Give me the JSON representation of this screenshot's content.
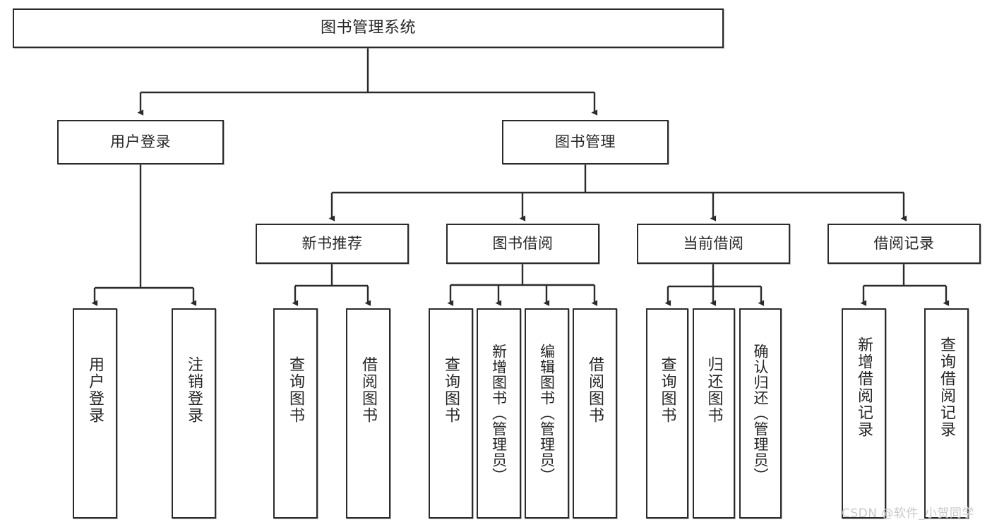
{
  "diagram": {
    "title": "图书管理系统",
    "type": "tree",
    "orientation": "top-down",
    "line_color": "#2b2b2b",
    "box_fill": "#ffffff",
    "box_border_color": "#2b2b2b",
    "text_color": "#262626",
    "watermark": "CSDN @软件_小贺同学",
    "watermark_color": "#c9c9c9"
  },
  "nodes": {
    "root": {
      "label": "图书管理系统"
    },
    "level2": [
      {
        "id": "user-login",
        "label": "用户登录"
      },
      {
        "id": "book-manage",
        "label": "图书管理"
      }
    ],
    "level3": [
      {
        "id": "new-book-recommend",
        "label": "新书推荐"
      },
      {
        "id": "book-borrow",
        "label": "图书借阅"
      },
      {
        "id": "current-borrow",
        "label": "当前借阅"
      },
      {
        "id": "borrow-record",
        "label": "借阅记录"
      }
    ],
    "leaves": {
      "user_login": [
        {
          "id": "leaf-user-login",
          "label": "用户登录"
        },
        {
          "id": "leaf-logout-login",
          "label": "注销登录"
        }
      ],
      "new_book_recommend": [
        {
          "id": "leaf-query-book-1",
          "label": "查询图书"
        },
        {
          "id": "leaf-borrow-book-1",
          "label": "借阅图书"
        }
      ],
      "book_borrow": [
        {
          "id": "leaf-query-book-2",
          "label": "查询图书"
        },
        {
          "id": "leaf-add-book",
          "label": "新增图书（管理员）"
        },
        {
          "id": "leaf-edit-book",
          "label": "编辑图书（管理员）"
        },
        {
          "id": "leaf-borrow-book-2",
          "label": "借阅图书"
        }
      ],
      "current_borrow": [
        {
          "id": "leaf-query-book-3",
          "label": "查询图书"
        },
        {
          "id": "leaf-return-book",
          "label": "归还图书"
        },
        {
          "id": "leaf-confirm-return",
          "label": "确认归还（管理员）"
        }
      ],
      "borrow_record": [
        {
          "id": "leaf-add-record",
          "label": "新增借阅记录"
        },
        {
          "id": "leaf-query-record",
          "label": "查询借阅记录"
        }
      ]
    }
  }
}
